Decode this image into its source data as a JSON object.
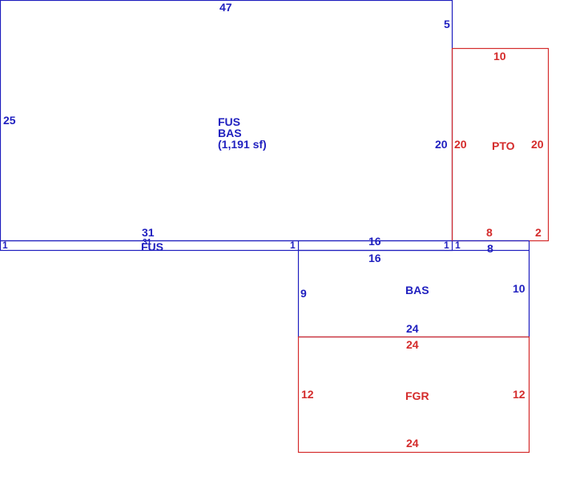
{
  "colors": {
    "main": "#1f1fbf",
    "accent": "#d42b2b"
  },
  "areas": {
    "main_block": {
      "labels": [
        "FUS",
        "BAS",
        "(1,191 sf)"
      ],
      "dims": {
        "top": "47",
        "left": "25",
        "right_upper": "5",
        "right": "20",
        "bottom_inner": "16"
      }
    },
    "fus_strip": {
      "label": "FUS",
      "dims": {
        "top": "31",
        "top_small": "31",
        "left_end": "1",
        "mid_end": "1",
        "right_end": "1",
        "far_end": "1"
      }
    },
    "pto": {
      "label": "PTO",
      "dims": {
        "top": "10",
        "left": "20",
        "right": "20",
        "bottom": "8",
        "bottom_right": "2"
      }
    },
    "bas_lower": {
      "label": "BAS",
      "dims": {
        "top": "16",
        "top_right": "8",
        "left": "9",
        "right": "10",
        "bottom": "24"
      }
    },
    "fgr": {
      "label": "FGR",
      "dims": {
        "top": "24",
        "left": "12",
        "right": "12",
        "bottom": "24"
      }
    }
  }
}
